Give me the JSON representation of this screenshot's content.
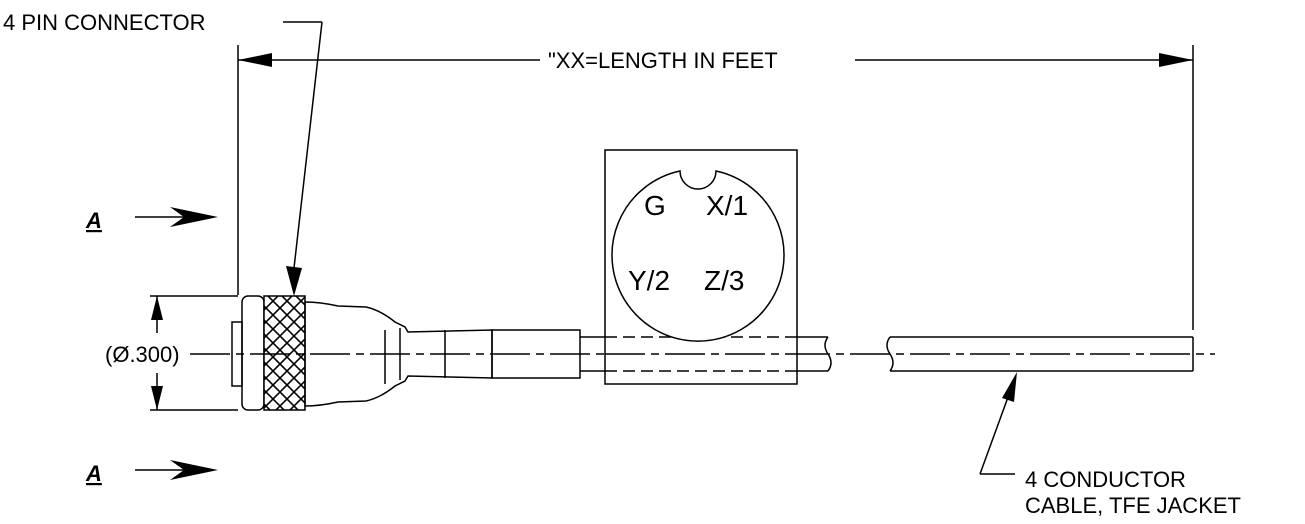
{
  "labels": {
    "connector": "4 PIN CONNECTOR",
    "length": "\"XX=LENGTH IN FEET",
    "diameter": "(Ø.300)",
    "cable_line1": "4 CONDUCTOR",
    "cable_line2": "CABLE, TFE JACKET"
  },
  "section_marks": [
    "A",
    "A"
  ],
  "pins": {
    "ground": "G",
    "x": "X/1",
    "y": "Y/2",
    "z": "Z/3"
  },
  "colors": {
    "line": "#000000",
    "background": "#ffffff"
  }
}
